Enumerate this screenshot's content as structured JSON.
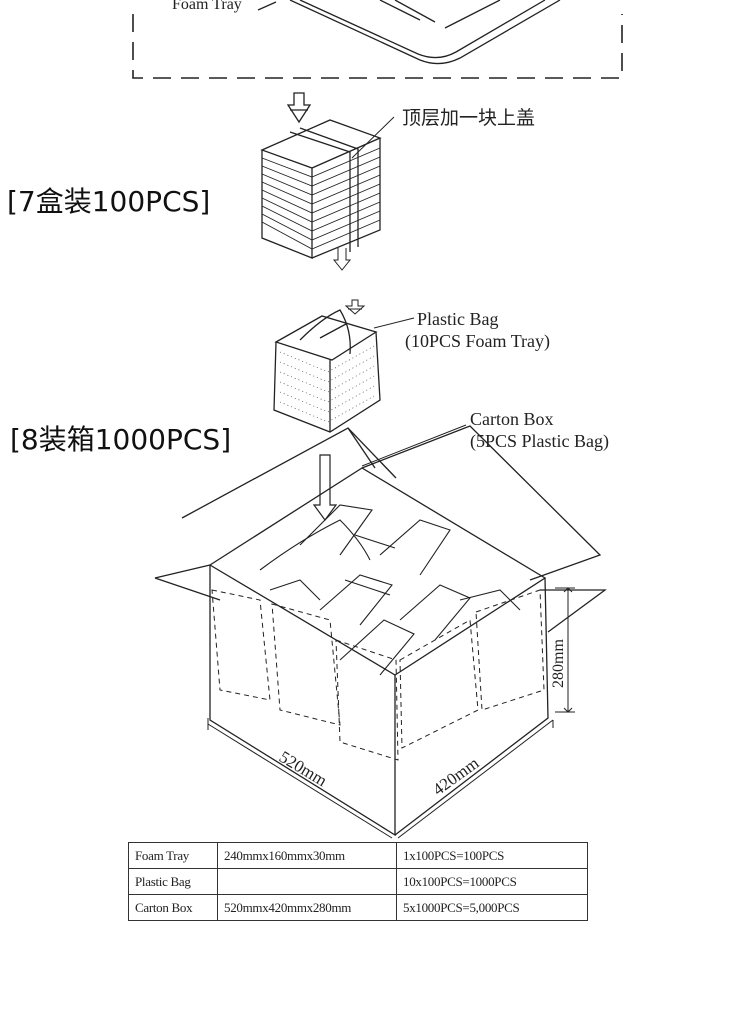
{
  "step_labels": {
    "step7": "[7盒装100PCS]",
    "step8": "[8装箱1000PCS]"
  },
  "callouts": {
    "foam_tray": "Foam Tray",
    "top_cover": "顶层加一块上盖",
    "plastic_bag_line1": "Plastic Bag",
    "plastic_bag_line2": "(10PCS Foam Tray)",
    "carton_box_line1": "Carton Box",
    "carton_box_line2": "(5PCS Plastic Bag)"
  },
  "dimensions": {
    "length": "520mm",
    "width": "420mm",
    "height": "280mm"
  },
  "spec_table": {
    "rows": [
      [
        "Foam Tray",
        "240mmx160mmx30mm",
        "1x100PCS=100PCS"
      ],
      [
        "Plastic Bag",
        "",
        "10x100PCS=1000PCS"
      ],
      [
        "Carton Box",
        "520mmx420mmx280mm",
        "5x1000PCS=5,000PCS"
      ]
    ]
  },
  "icons": [
    "down-arrow-icon",
    "stack-icon",
    "plastic-bag-icon",
    "carton-box-icon"
  ]
}
